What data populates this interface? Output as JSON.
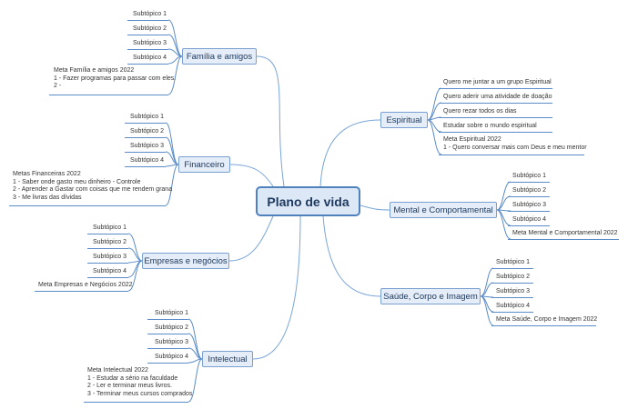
{
  "central": "Plano de vida",
  "left": [
    {
      "title": "Família e amigos",
      "subtopics": [
        "Subtópico 1",
        "Subtópico 2",
        "Subtópico 3",
        "Subtópico 4"
      ],
      "note": [
        "Meta Família e amigos 2022",
        "1 - Fazer programas para passar com eles.",
        "2 -"
      ]
    },
    {
      "title": "Financeiro",
      "subtopics": [
        "Subtópico 1",
        "Subtópico 2",
        "Subtópico 3",
        "Subtópico 4"
      ],
      "note": [
        "Metas Financeiras 2022",
        "1 - Saber onde gasto meu dinheiro - Controle",
        "2 - Aprender a Gastar com coisas que me rendem grana",
        "3 - Me livras das dívidas"
      ]
    },
    {
      "title": "Empresas e negócios",
      "subtopics": [
        "Subtópico 1",
        "Subtópico 2",
        "Subtópico 3",
        "Subtópico 4"
      ],
      "note": [
        "Meta Empresas e Negócios 2022"
      ]
    },
    {
      "title": "Intelectual",
      "subtopics": [
        "Subtópico 1",
        "Subtópico 2",
        "Subtópico 3",
        "Subtópico 4"
      ],
      "note": [
        "Meta Intelectual 2022",
        "1 - Estudar a sério na faculdade",
        "2 - Ler e terminar meus livros.",
        "3 - Terminar meus cursos comprados"
      ]
    }
  ],
  "right": [
    {
      "title": "Espiritual",
      "subtopics": [
        "Quero me juntar a um grupo Espiritual",
        "Quero aderir uma atividade de doação",
        "Quero rezar todos os dias",
        "Estudar sobre o mundo espiritual"
      ],
      "note": [
        "Meta Espiritual 2022",
        "1 - Quero conversar mais com Deus e meu mentor"
      ]
    },
    {
      "title": "Mental e Comportamental",
      "subtopics": [
        "Subtópico 1",
        "Subtópico 2",
        "Subtópico 3",
        "Subtópico 4"
      ],
      "note": [
        "Meta Mental e Comportamental 2022"
      ]
    },
    {
      "title": "Saúde, Corpo e Imagem",
      "subtopics": [
        "Subtópico 1",
        "Subtópico 2",
        "Subtópico 3",
        "Subtópico 4"
      ],
      "note": [
        "Meta Saúde, Corpo e Imagem 2022"
      ]
    }
  ]
}
